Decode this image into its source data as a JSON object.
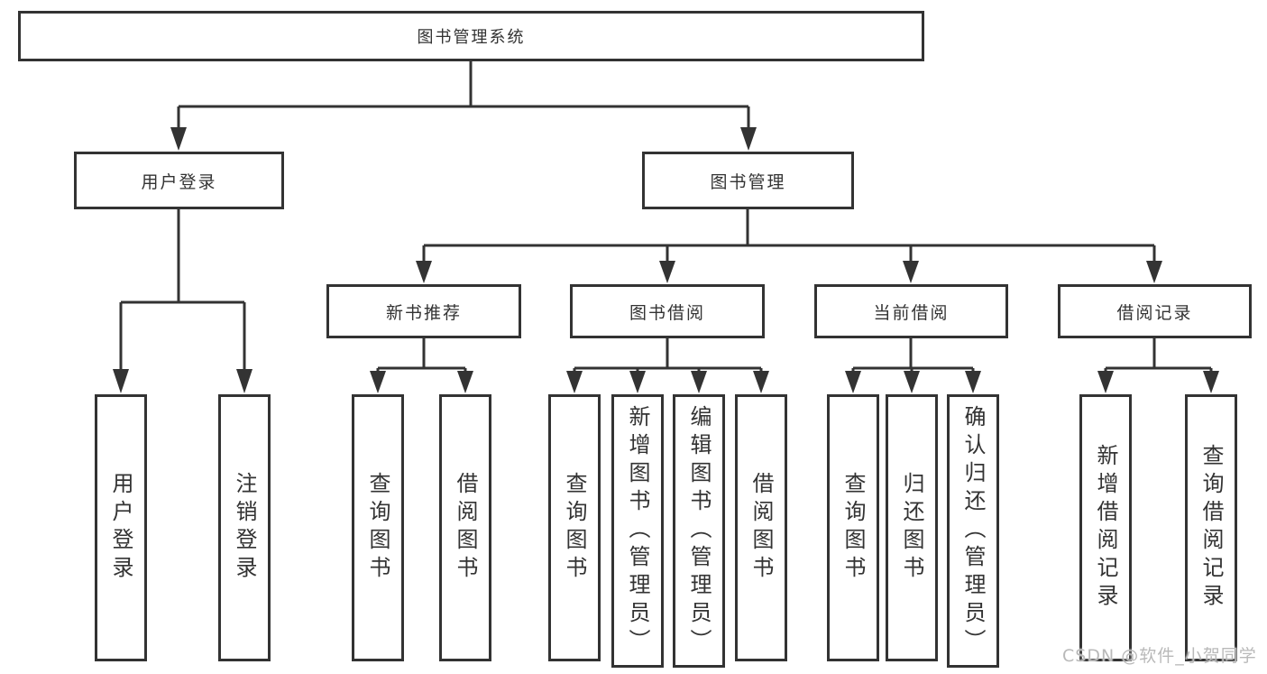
{
  "diagram": {
    "root": "图书管理系统",
    "login": {
      "label": "用户登录",
      "children": [
        "用户登录",
        "注销登录"
      ]
    },
    "management": {
      "label": "图书管理",
      "groups": [
        {
          "label": "新书推荐",
          "children": [
            "查询图书",
            "借阅图书"
          ]
        },
        {
          "label": "图书借阅",
          "children": [
            "查询图书",
            "新增图书（管理员）",
            "编辑图书（管理员）",
            "借阅图书"
          ]
        },
        {
          "label": "当前借阅",
          "children": [
            "查询图书",
            "归还图书",
            "确认归还（管理员）"
          ]
        },
        {
          "label": "借阅记录",
          "children": [
            "新增借阅记录",
            "查询借阅记录"
          ]
        }
      ]
    },
    "colors": {
      "line": "#333333",
      "text": "#333333",
      "watermark": "#b9b9b9"
    }
  },
  "watermark": "CSDN @软件_小贺同学"
}
